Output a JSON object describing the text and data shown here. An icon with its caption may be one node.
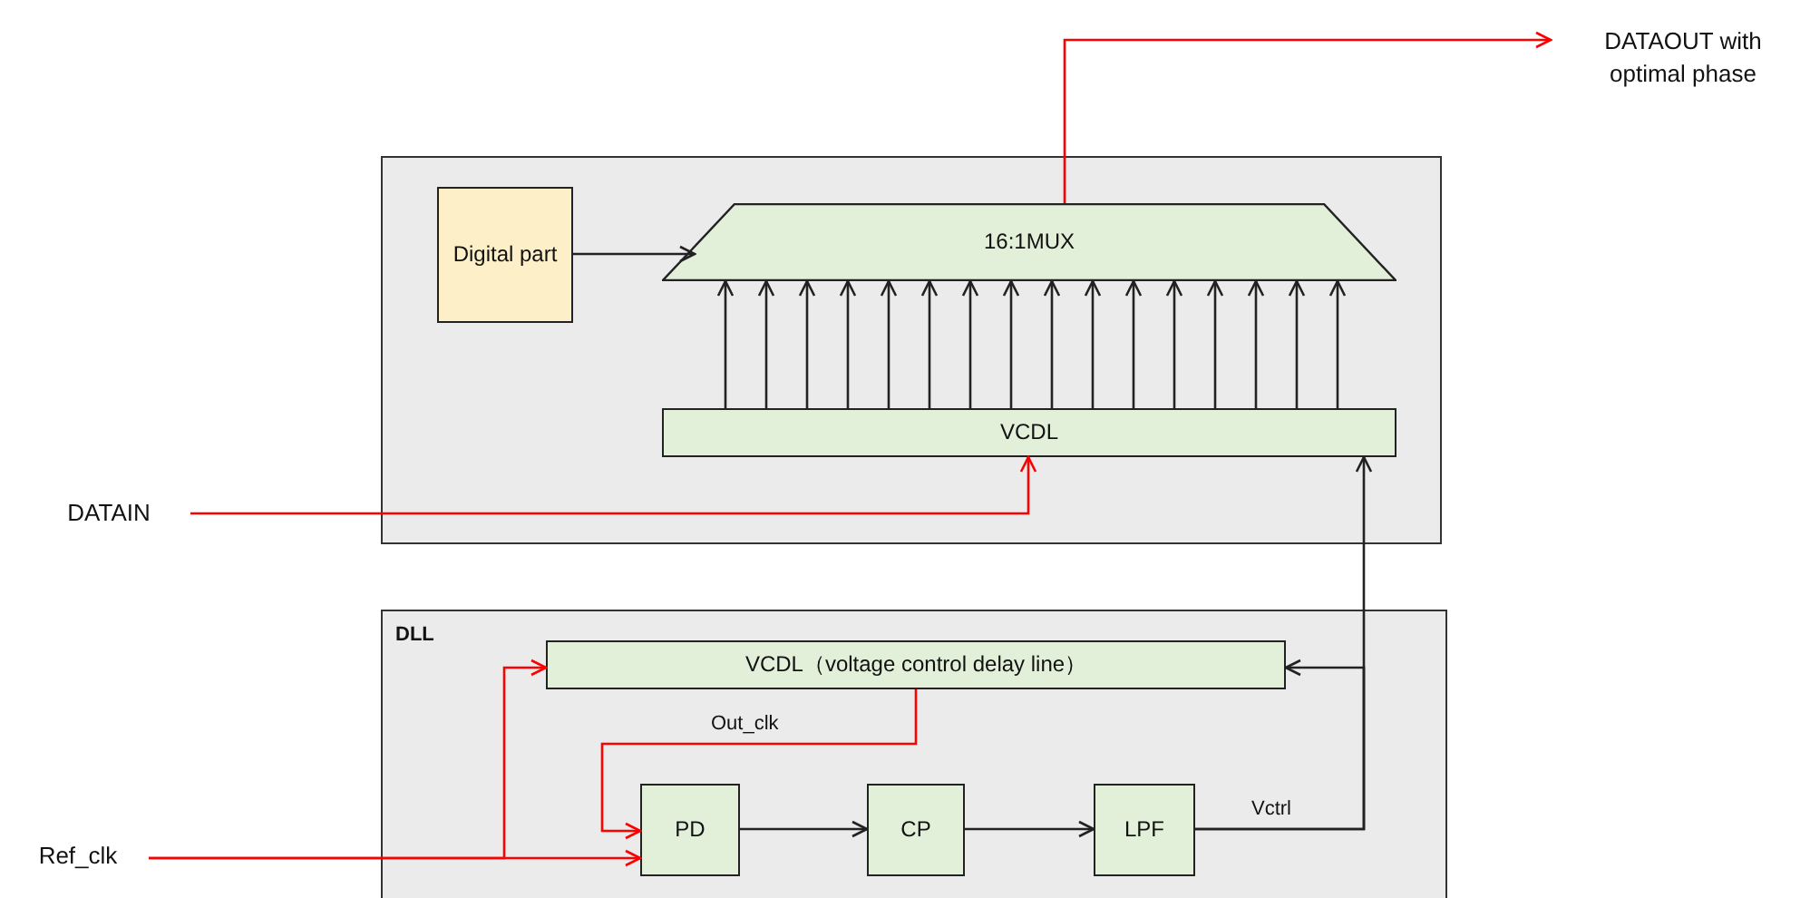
{
  "diagram": {
    "nodes": [
      {
        "text": [],
        "shape": "box"
      },
      {
        "text": [
          "Digital part"
        ],
        "in": 0
      },
      {
        "text": [
          "16:1MUX"
        ],
        "in": 0
      },
      {
        "text": [
          "VCDL"
        ],
        "in": 0
      },
      {
        "text": [
          "DLL"
        ]
      },
      {
        "text": [
          "VCDL（voltage control delay line）"
        ],
        "in": 4
      },
      {
        "text": [
          "PD"
        ],
        "in": 4
      },
      {
        "text": [
          "CP"
        ],
        "in": 4
      },
      {
        "text": [
          "LPF"
        ],
        "in": 4
      },
      {
        "text": [
          "DATAOUT with optimal phase"
        ]
      },
      {
        "text": [
          "DATAIN"
        ]
      },
      {
        "text": [
          "Ref_clk"
        ]
      }
    ],
    "edges": [
      {
        "from": 1,
        "to": 2,
        "arrow": "to"
      },
      {
        "from": 3,
        "to": 2,
        "arrow": "to"
      },
      {
        "from": 3,
        "to": 2,
        "arrow": "to"
      },
      {
        "from": 3,
        "to": 2,
        "arrow": "to"
      },
      {
        "from": 3,
        "to": 2,
        "arrow": "to"
      },
      {
        "from": 3,
        "to": 2,
        "arrow": "to"
      },
      {
        "from": 3,
        "to": 2,
        "arrow": "to"
      },
      {
        "from": 3,
        "to": 2,
        "arrow": "to"
      },
      {
        "from": 3,
        "to": 2,
        "arrow": "to"
      },
      {
        "from": 3,
        "to": 2,
        "arrow": "to"
      },
      {
        "from": 3,
        "to": 2,
        "arrow": "to"
      },
      {
        "from": 3,
        "to": 2,
        "arrow": "to"
      },
      {
        "from": 3,
        "to": 2,
        "arrow": "to"
      },
      {
        "from": 3,
        "to": 2,
        "arrow": "to"
      },
      {
        "from": 3,
        "to": 2,
        "arrow": "to"
      },
      {
        "from": 3,
        "to": 2,
        "arrow": "to"
      },
      {
        "from": 3,
        "to": 2,
        "arrow": "to"
      },
      {
        "from": 10,
        "to": 3,
        "arrow": "to",
        "color": "#ff0000"
      },
      {
        "from": 8,
        "to": 3,
        "arrow": "to",
        "label": "Vctrl"
      },
      {
        "from": 8,
        "to": 5,
        "arrow": "to"
      },
      {
        "from": 6,
        "to": 7,
        "arrow": "to"
      },
      {
        "from": 7,
        "to": 8,
        "arrow": "to"
      },
      {
        "from": 11,
        "to": 6,
        "arrow": "to",
        "color": "#ff0000"
      },
      {
        "from": 11,
        "to": 5,
        "arrow": "to",
        "color": "#ff0000"
      },
      {
        "from": 5,
        "to": 6,
        "arrow": "to",
        "color": "#ff0000",
        "label": "Out_clk"
      },
      {
        "from": 2,
        "to": 9,
        "arrow": "to",
        "color": "#ff0000"
      }
    ]
  }
}
